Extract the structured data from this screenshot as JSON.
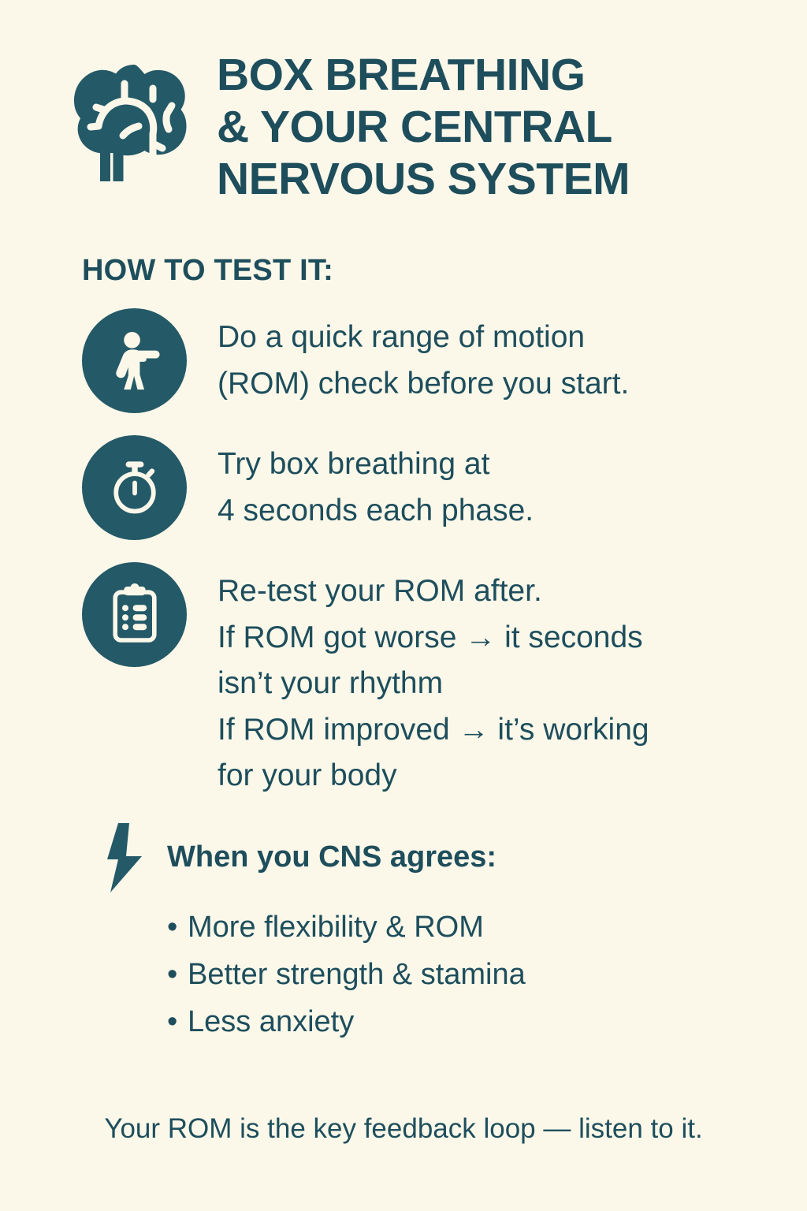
{
  "colors": {
    "background": "#FBF8EA",
    "ink": "#1E4E5C",
    "accent_circle": "#245967",
    "icon_glyph": "#FBF8EA"
  },
  "header": {
    "logo_icon": "brain-icon",
    "title_lines": [
      "BOX BREATHING",
      "& YOUR CENTRAL",
      "NERVOUS SYSTEM"
    ]
  },
  "section": {
    "heading": "HOW TO TEST IT:"
  },
  "steps": [
    {
      "icon": "walking-person-icon",
      "lines": [
        "Do a quick range of motion",
        "(ROM) check before you start."
      ]
    },
    {
      "icon": "stopwatch-icon",
      "lines": [
        "Try box breathing at",
        "4 seconds each phase."
      ]
    },
    {
      "icon": "clipboard-checklist-icon",
      "lines": [
        "Re-test your ROM after.",
        "If ROM got worse → it seconds",
        "isn’t your rhythm",
        "If ROM improved → it’s working",
        "for your body"
      ]
    }
  ],
  "cns": {
    "icon": "lightning-bolt-icon",
    "title": "When you CNS agrees:",
    "bullet_char": "•",
    "items": [
      "More flexibility & ROM",
      "Better strength & stamina",
      "Less anxiety"
    ]
  },
  "footer": {
    "text": "Your ROM is the key feedback loop — listen to it."
  }
}
